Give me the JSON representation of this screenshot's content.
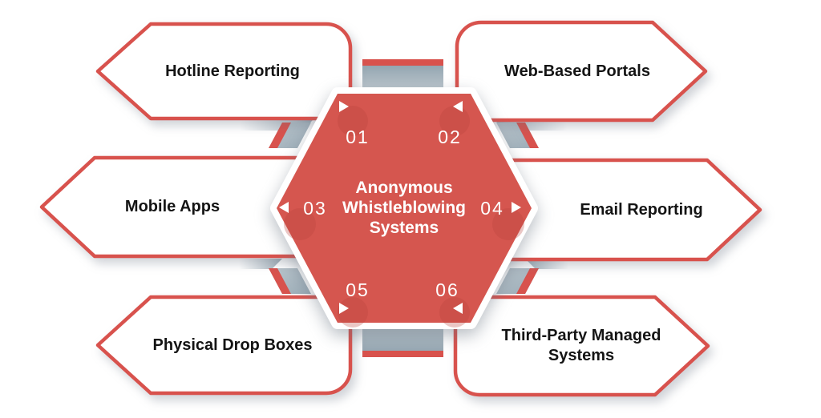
{
  "diagram": {
    "center": {
      "title": "Anonymous Whistleblowing Systems"
    },
    "items": [
      {
        "number": "01",
        "label": "Hotline Reporting",
        "position": "top-left",
        "arrow_icon": "right"
      },
      {
        "number": "02",
        "label": "Web-Based Portals",
        "position": "top-right",
        "arrow_icon": "left"
      },
      {
        "number": "03",
        "label": "Mobile Apps",
        "position": "middle-left",
        "arrow_icon": "left"
      },
      {
        "number": "04",
        "label": "Email Reporting",
        "position": "middle-right",
        "arrow_icon": "right"
      },
      {
        "number": "05",
        "label": "Physical Drop Boxes",
        "position": "bottom-left",
        "arrow_icon": "right"
      },
      {
        "number": "06",
        "label": "Third-Party Managed Systems",
        "position": "bottom-right",
        "arrow_icon": "left"
      }
    ],
    "colors": {
      "red_accent": "#d8524d",
      "hexagon_red": "#d5564f",
      "band_gray": "#a4b2bc",
      "label_text": "#141414",
      "center_text": "#ffffff"
    }
  }
}
